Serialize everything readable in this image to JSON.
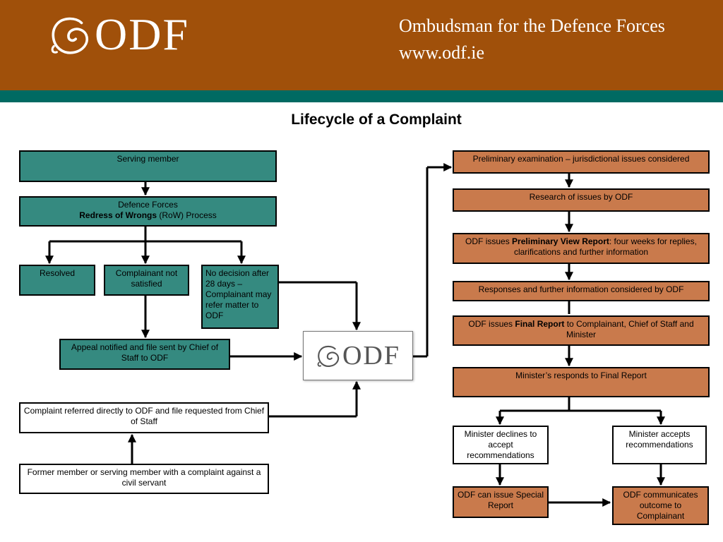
{
  "header": {
    "logo_text": "ODF",
    "org_name": "Ombudsman for the Defence Forces",
    "url": "www.odf.ie"
  },
  "title": "Lifecycle of a Complaint",
  "left": {
    "serving_member": "Serving member",
    "row_line1": "Defence Forces",
    "row_bold": "Redress of Wrongs",
    "row_rest": " (RoW) Process",
    "resolved": "Resolved",
    "not_satisfied": "Complainant not satisfied",
    "no_decision": "No decision after 28 days – Complainant may refer matter to ODF",
    "appeal": "Appeal notified and file sent by Chief of Staff to ODF",
    "direct": "Complaint referred directly to ODF and file requested from Chief of Staff",
    "former": "Former member or serving member with a complaint against a civil servant"
  },
  "center": {
    "logo_text": "ODF"
  },
  "right": {
    "preliminary": "Preliminary examination – jurisdictional issues considered",
    "research": "Research of issues by ODF",
    "pvr_pre": "ODF issues ",
    "pvr_bold": "Preliminary View Report",
    "pvr_post": ": four weeks for replies, clarifications and further information",
    "responses": "Responses and further information considered by ODF",
    "final_pre": "ODF issues ",
    "final_bold": "Final Report",
    "final_post": " to Complainant, Chief of Staff and Minister",
    "minister_responds": "Minister’s responds to Final Report",
    "declines": "Minister declines to accept recommendations",
    "accepts": "Minister accepts recommendations",
    "special": "ODF can issue Special Report",
    "communicates": "ODF communicates outcome to Complainant"
  },
  "colors": {
    "header": "#a0500a",
    "stripe": "#006a62",
    "teal_box": "#358a80",
    "orange_box": "#c97a4c"
  }
}
